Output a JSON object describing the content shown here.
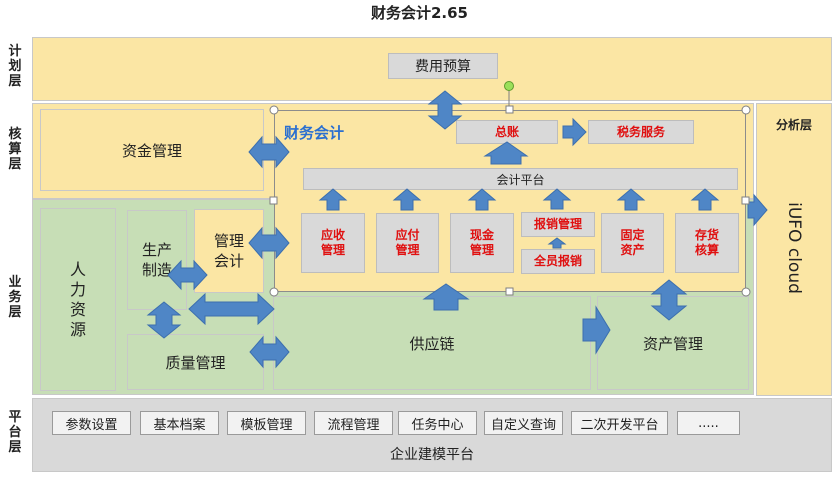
{
  "title": "财务会计2.65",
  "layers": {
    "plan": "计划层",
    "accounting": "核算层",
    "business": "业务层",
    "platform": "平台层",
    "analysis": "分析层"
  },
  "plan": {
    "budget": "费用预算"
  },
  "fund": "资金管理",
  "finance": {
    "title": "财务会计",
    "ledger": "总账",
    "tax": "税务服务",
    "platform": "会计平台",
    "modules": {
      "ar": "应收管理",
      "ap": "应付管理",
      "cash": "现金管理",
      "expense": "报销管理",
      "all_expense": "全员报销",
      "fixed": "固定资产",
      "inventory": "存货核算"
    }
  },
  "business": {
    "hr": "人力资源",
    "production": "生产制造",
    "mgmt_acct": "管理会计",
    "quality": "质量管理",
    "supply": "供应链",
    "asset": "资产管理"
  },
  "analysis": {
    "ufo": "iUFO cloud"
  },
  "platform": {
    "buttons": [
      "参数设置",
      "基本档案",
      "模板管理",
      "流程管理",
      "任务中心",
      "自定义查询",
      "二次开发平台",
      "....."
    ],
    "footer": "企业建模平台"
  },
  "colors": {
    "yellow": "#fbe6a4",
    "green": "#c7deb6",
    "gray": "#d9d9d9",
    "arrow": "#4f86c6",
    "red_text": "#e01010",
    "finance_title": "#2a6fd0"
  }
}
